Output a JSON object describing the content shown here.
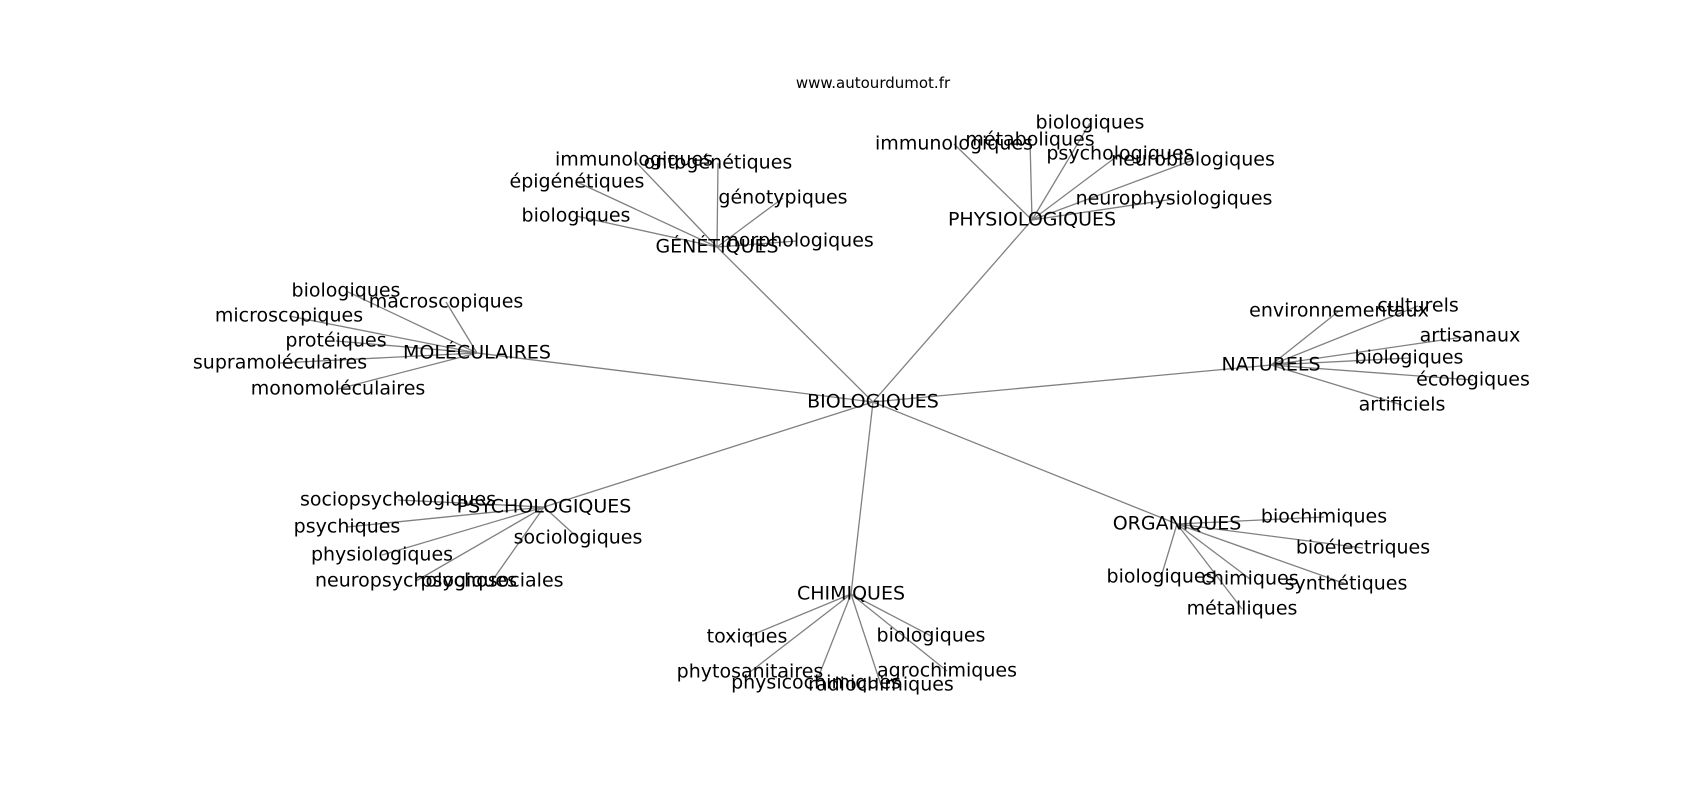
{
  "site_url": "www.autourdumot.fr",
  "colors": {
    "edge": "#808080",
    "text": "#000000",
    "background": "#ffffff"
  },
  "center": {
    "id": "center",
    "label": "BIOLOGIQUES"
  },
  "hubs": [
    {
      "id": "geneticques",
      "label": "GÉNÉTIQUES",
      "leaves": [
        "immunologiques",
        "ontogénétiques",
        "épigénétiques",
        "génotypiques",
        "biologiques",
        "morphologiques"
      ]
    },
    {
      "id": "physiologiques",
      "label": "PHYSIOLOGIQUES",
      "leaves": [
        "biologiques",
        "immunologiques",
        "métaboliques",
        "psychologiques",
        "neurobiologiques",
        "neurophysiologiques"
      ]
    },
    {
      "id": "moleculaires",
      "label": "MOLÉCULAIRES",
      "leaves": [
        "biologiques",
        "macroscopiques",
        "microscopiques",
        "protéiques",
        "supramoléculaires",
        "monomoléculaires"
      ]
    },
    {
      "id": "naturels",
      "label": "NATURELS",
      "leaves": [
        "environnementaux",
        "culturels",
        "artisanaux",
        "biologiques",
        "écologiques",
        "artificiels"
      ]
    },
    {
      "id": "psychologiques",
      "label": "PSYCHOLOGIQUES",
      "leaves": [
        "sociopsychologiques",
        "psychiques",
        "sociologiques",
        "physiologiques",
        "neuropsychologiques",
        "psychosociales"
      ]
    },
    {
      "id": "organiques",
      "label": "ORGANIQUES",
      "leaves": [
        "biochimiques",
        "bioélectriques",
        "biologiques",
        "chimiques",
        "synthétiques",
        "métalliques"
      ]
    },
    {
      "id": "chimiques",
      "label": "CHIMIQUES",
      "leaves": [
        "toxiques",
        "biologiques",
        "phytosanitaires",
        "agrochimiques",
        "physicochimiques",
        "radiochimiques"
      ]
    }
  ]
}
